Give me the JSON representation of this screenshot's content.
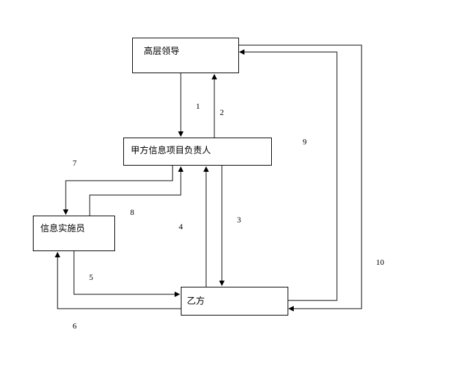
{
  "nodes": {
    "leadership": "高层领导",
    "project_manager": "甲方信息项目负责人",
    "implementer": "信息实施员",
    "party_b": "乙方"
  },
  "edge_labels": {
    "e1": "1",
    "e2": "2",
    "e3": "3",
    "e4": "4",
    "e5": "5",
    "e6": "6",
    "e7": "7",
    "e8": "8",
    "e9": "9",
    "e10": "10"
  },
  "colors": {
    "stroke": "#000000",
    "background": "#ffffff"
  }
}
